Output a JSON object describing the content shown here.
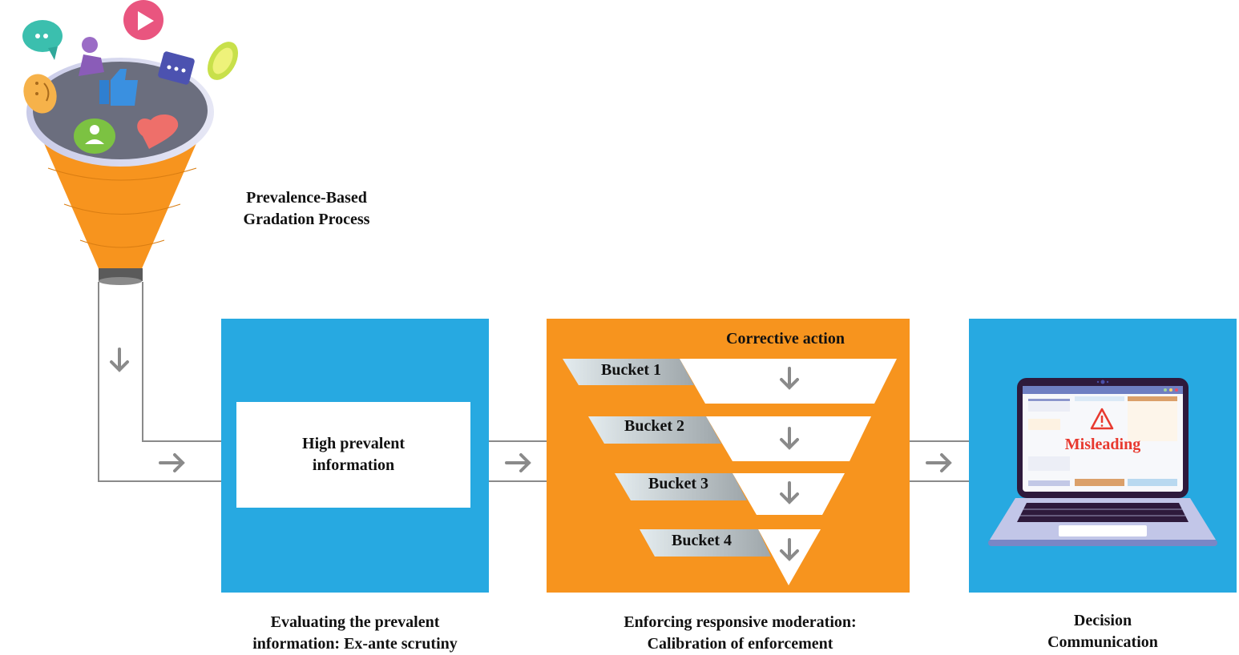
{
  "funnel": {
    "title_line1": "Prevalence-Based",
    "title_line2": "Gradation Process",
    "icons": [
      "chat-bubble-icon",
      "user-profile-icon",
      "play-button-icon",
      "message-icon",
      "user-badge-icon",
      "smiley-icon",
      "thumbs-up-icon",
      "user-avatar-icon",
      "heart-icon"
    ]
  },
  "stage1": {
    "inner_text_line1": "High prevalent",
    "inner_text_line2": "information",
    "caption_line1": "Evaluating the prevalent",
    "caption_line2": "information: Ex-ante scrutiny"
  },
  "stage2": {
    "heading": "Corrective action",
    "buckets": [
      {
        "label": "Bucket 1"
      },
      {
        "label": "Bucket 2"
      },
      {
        "label": "Bucket 3"
      },
      {
        "label": "Bucket 4"
      }
    ],
    "caption_line1": "Enforcing responsive moderation:",
    "caption_line2": "Calibration of enforcement"
  },
  "stage3": {
    "screen_warning": "Misleading",
    "caption_line1": "Decision",
    "caption_line2": "Communication"
  },
  "colors": {
    "blue": "#27a9e1",
    "orange": "#f7941e",
    "connector_gray": "#8a8a8a",
    "warning_red": "#e8392f"
  }
}
